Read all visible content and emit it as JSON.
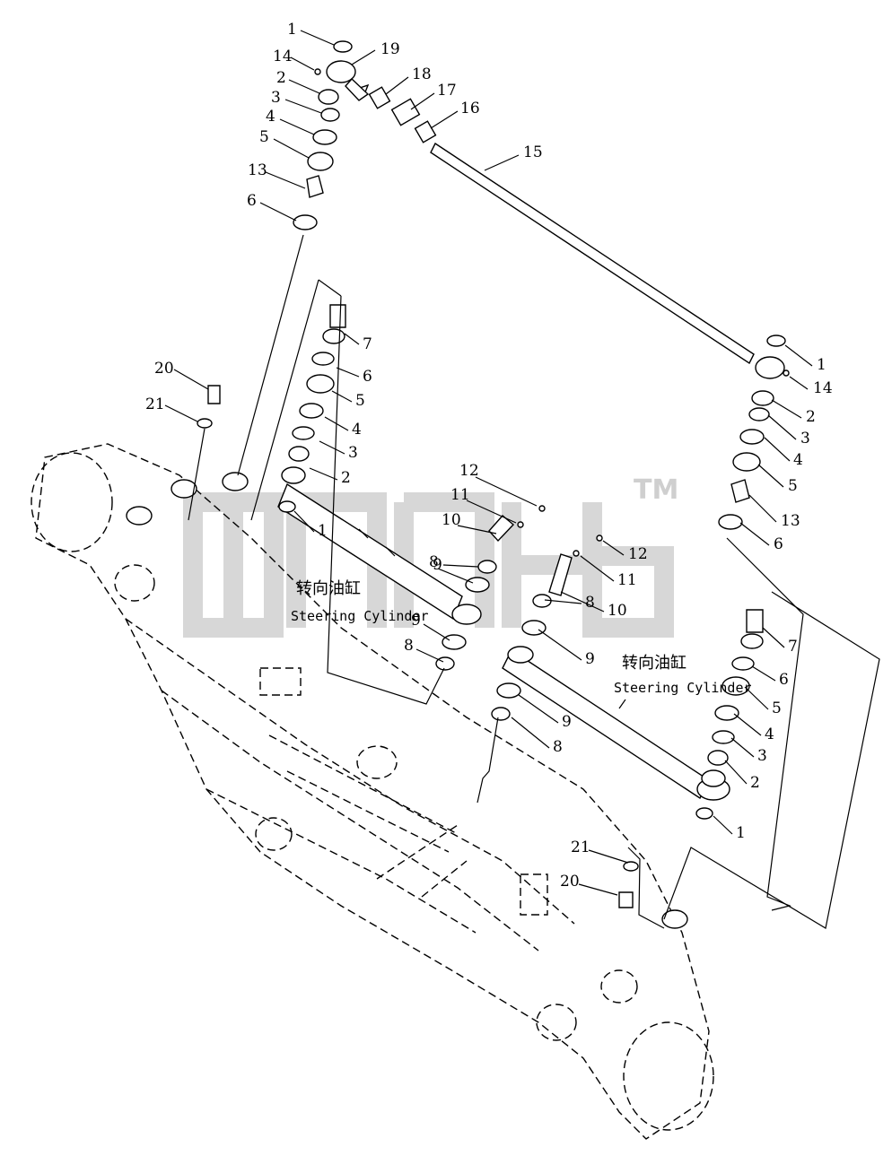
{
  "caption_cn": "转向油缸",
  "caption_en": "Steering Cylinder",
  "watermark_tm": "TM",
  "callout_numbers": [
    "1",
    "2",
    "3",
    "4",
    "5",
    "6",
    "7",
    "8",
    "9",
    "10",
    "11",
    "12",
    "13",
    "14",
    "15",
    "16",
    "17",
    "18",
    "19",
    "20",
    "21"
  ],
  "colors": {
    "line": "#000000",
    "background": "#ffffff",
    "watermark": "#d7d7d7"
  }
}
